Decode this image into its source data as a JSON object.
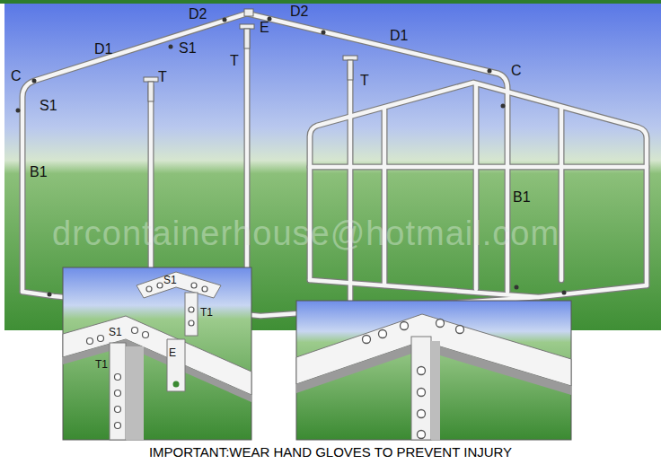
{
  "diagram": {
    "caption": "IMPORTANT:WEAR HAND GLOVES TO PREVENT INJURY",
    "labels": [
      "D2",
      "D2",
      "E",
      "D1",
      "S1",
      "D1",
      "T",
      "T",
      "T",
      "C",
      "C",
      "S1",
      "B1",
      "B1",
      "drcontainerhouse@hotmail.com",
      "S1",
      "T1",
      "S1",
      "E",
      "T1"
    ]
  }
}
